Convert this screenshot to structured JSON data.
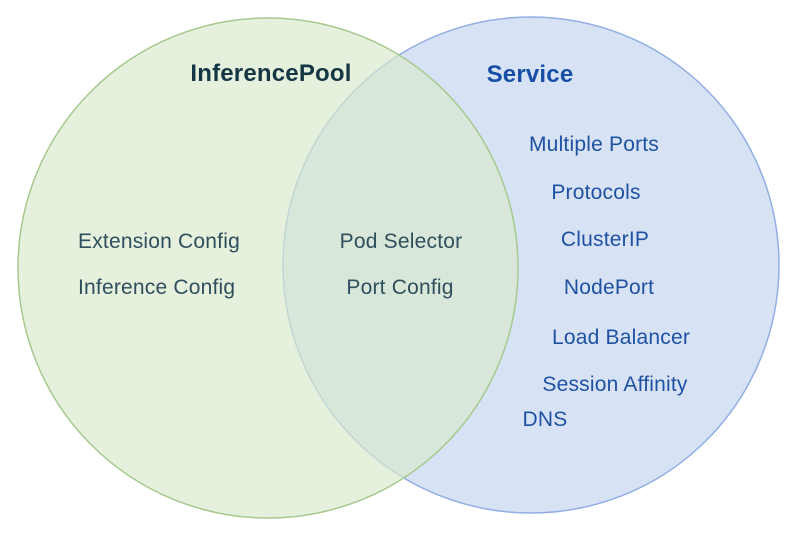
{
  "diagram": {
    "type": "venn",
    "left_circle": {
      "title": "InferencePool",
      "items": [
        "Extension Config",
        "Inference Config"
      ]
    },
    "right_circle": {
      "title": "Service",
      "items": [
        "Multiple Ports",
        "Protocols",
        "ClusterIP",
        "NodePort",
        "Load Balancer",
        "Session Affinity",
        "DNS"
      ]
    },
    "overlap": {
      "items": [
        "Pod Selector",
        "Port Config"
      ]
    },
    "colors": {
      "green_fill": "#d8e9cd",
      "green_fill_opacity": "0.68",
      "green_stroke": "#a6ca8e",
      "blue_fill": "#d7e3f4",
      "blue_stroke": "#92aee4",
      "teal_title_text": "#153744",
      "teal_item_text": "#2f4f5c",
      "blue_title_text": "#174ea6",
      "blue_item_text": "#1f51a3"
    }
  }
}
